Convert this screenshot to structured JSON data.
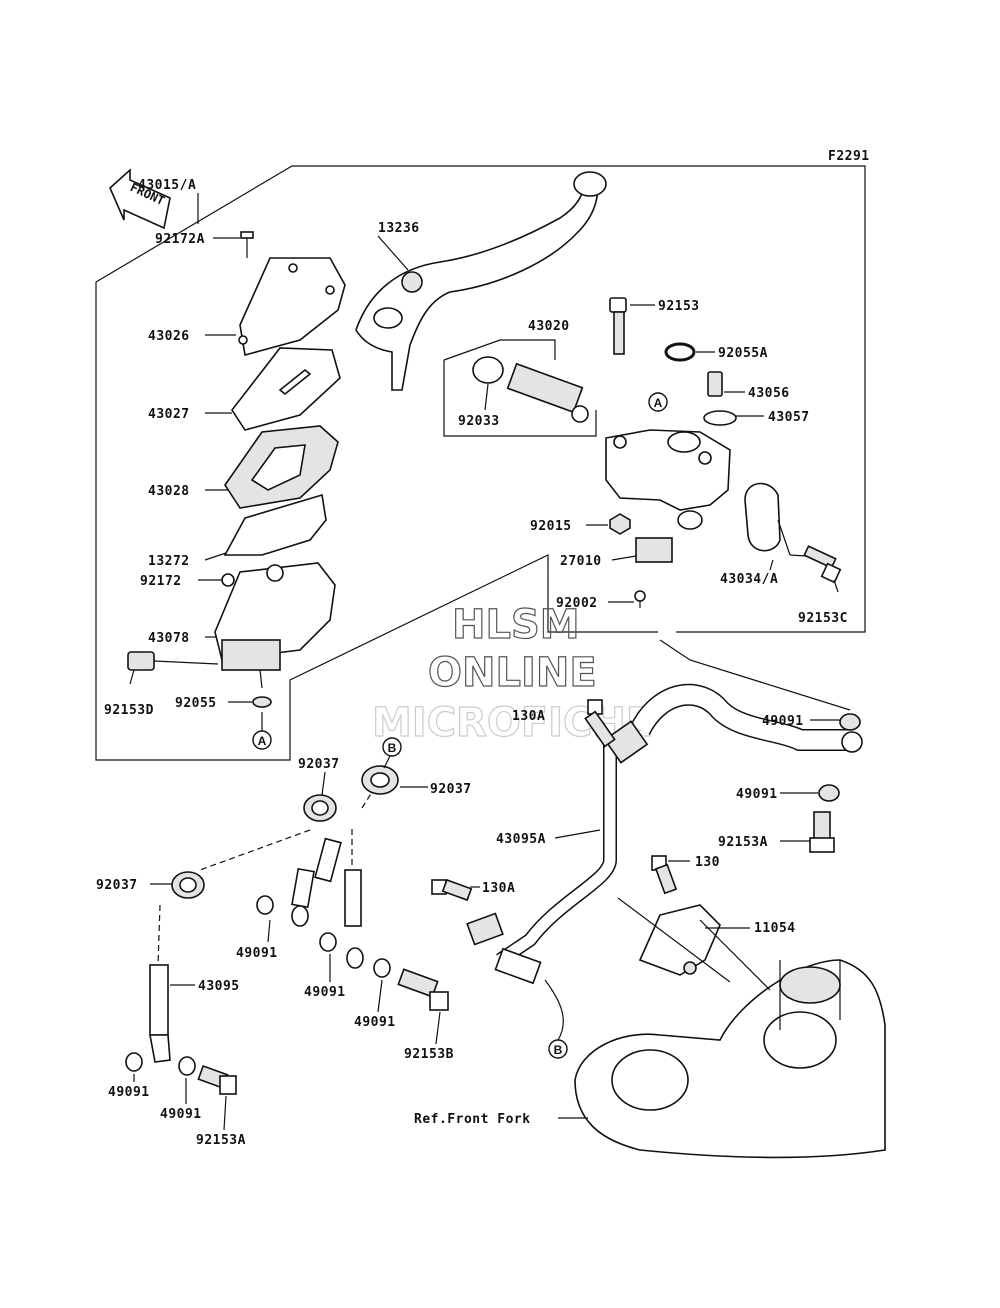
{
  "diagram": {
    "code": "F2291",
    "front_label": "FRONT",
    "reference_label": "Ref.Front Fork",
    "watermark": [
      "HLSM",
      "ONLINE",
      "MICROFICHE"
    ],
    "markers": {
      "a": "A",
      "b": "B"
    },
    "labels": {
      "p43015A": "43015/A",
      "p13236": "13236",
      "p92172A": "92172A",
      "p43026": "43026",
      "p43027": "43027",
      "p43028": "43028",
      "p13272": "13272",
      "p92172": "92172",
      "p43078": "43078",
      "p92153D": "92153D",
      "p92055": "92055",
      "p43020": "43020",
      "p92033": "92033",
      "p92153": "92153",
      "p92055A": "92055A",
      "p43056": "43056",
      "p43057": "43057",
      "p92015": "92015",
      "p27010": "27010",
      "p92002": "92002",
      "p43034A": "43034/A",
      "p92153C": "92153C",
      "p130A_top": "130A",
      "p49091_a": "49091",
      "p49091_b": "49091",
      "p92153A_right": "92153A",
      "p43095A": "43095A",
      "p130": "130",
      "p130A_mid": "130A",
      "p11054": "11054",
      "p92037_a": "92037",
      "p92037_b": "92037",
      "p92037_c": "92037",
      "p43095": "43095",
      "p49091_c": "49091",
      "p49091_d": "49091",
      "p49091_e": "49091",
      "p92153B": "92153B",
      "p49091_f": "49091",
      "p49091_g": "49091",
      "p92153A_left": "92153A"
    }
  }
}
